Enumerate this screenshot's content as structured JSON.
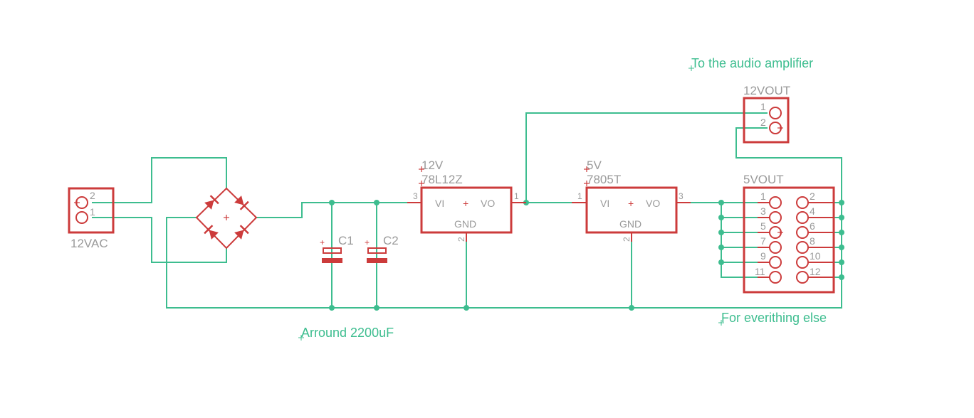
{
  "components": {
    "connector_in": {
      "name": "12VAC",
      "pins": [
        "2",
        "1"
      ]
    },
    "c1": {
      "name": "C1"
    },
    "c2": {
      "name": "C2"
    },
    "reg12": {
      "name": "12V",
      "value": "78L12Z",
      "vi": "VI",
      "vo": "VO",
      "gnd": "GND",
      "pin_in": "3",
      "pin_out": "1",
      "pin_gnd": "2"
    },
    "reg5": {
      "name": "5V",
      "value": "7805T",
      "vi": "VI",
      "vo": "VO",
      "gnd": "GND",
      "pin_in": "1",
      "pin_out": "3",
      "pin_gnd": "2"
    },
    "connector_12vout": {
      "name": "12VOUT",
      "pins": [
        "1",
        "2"
      ]
    },
    "connector_5vout": {
      "name": "5VOUT",
      "pins_left": [
        "1",
        "3",
        "5",
        "7",
        "9",
        "11"
      ],
      "pins_right": [
        "2",
        "4",
        "6",
        "8",
        "10",
        "12"
      ]
    }
  },
  "notes": {
    "audio": "To the audio amplifier",
    "caps": "Arround 2200uF",
    "else": "For everithing else"
  },
  "colors": {
    "wire": "#3dbd8f",
    "part": "#cc3b3b",
    "label": "#9a9a9a"
  }
}
